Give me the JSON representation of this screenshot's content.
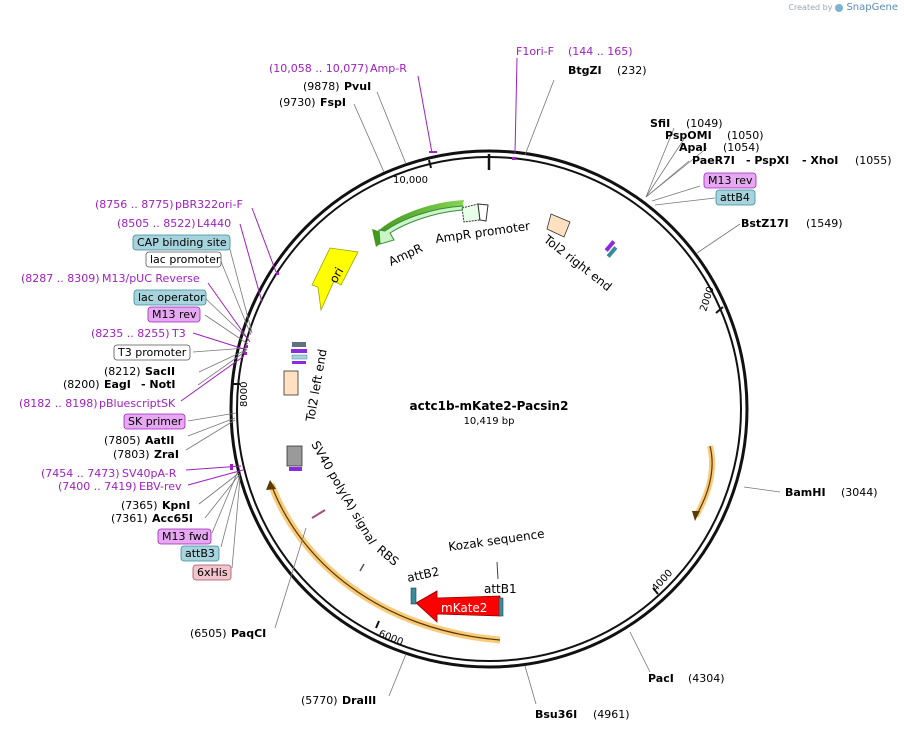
{
  "brand": {
    "prefix": "Created by",
    "name": "SnapGene"
  },
  "plasmid": {
    "name": "actc1b-mKate2-Pacsin2",
    "length": "10,419 bp"
  },
  "ticks": [
    "10,000",
    "2000",
    "4000",
    "6000",
    "8000"
  ],
  "sites": [
    {
      "pos": "(232)",
      "name": "BtgZI"
    },
    {
      "pos": "(1049)",
      "name": "SfiI"
    },
    {
      "pos": "(1050)",
      "name": "PspOMI"
    },
    {
      "pos": "(1054)",
      "name": "ApaI"
    },
    {
      "pos": "(1055)",
      "name": "PaeR7I",
      "extra1": "- PspXI",
      "extra2": "- XhoI"
    },
    {
      "pos": "(1549)",
      "name": "BstZ17I"
    },
    {
      "pos": "(3044)",
      "name": "BamHI"
    },
    {
      "pos": "(4304)",
      "name": "PacI"
    },
    {
      "pos": "(4961)",
      "name": "Bsu36I"
    },
    {
      "pos": "(5770)",
      "name": "DraIII"
    },
    {
      "pos": "(6505)",
      "name": "PaqCI"
    },
    {
      "pos": "(7361)",
      "name": "Acc65I"
    },
    {
      "pos": "(7365)",
      "name": "KpnI"
    },
    {
      "pos": "(7803)",
      "name": "ZraI"
    },
    {
      "pos": "(7805)",
      "name": "AatII"
    },
    {
      "pos": "(8200)",
      "name": "EagI",
      "extra1": "- NotI"
    },
    {
      "pos": "(8212)",
      "name": "SacII"
    },
    {
      "pos": "(9730)",
      "name": "FspI"
    },
    {
      "pos": "(9878)",
      "name": "PvuI"
    }
  ],
  "primers": [
    {
      "name": "F1ori-F",
      "range": "(144 .. 165)"
    },
    {
      "range": "(10,058 .. 10,077)",
      "name": "Amp-R"
    },
    {
      "range": "(8756 .. 8775)",
      "name": "pBR322ori-F"
    },
    {
      "range": "(8505 .. 8522)",
      "name": "L4440"
    },
    {
      "range": "(8287 .. 8309)",
      "name": "M13/pUC Reverse"
    },
    {
      "range": "(8235 .. 8255)",
      "name": "T3"
    },
    {
      "range": "(8182 .. 8198)",
      "name": "pBluescriptSK"
    },
    {
      "range": "(7454 .. 7473)",
      "name": "SV40pA-R"
    },
    {
      "range": "(7400 .. 7419)",
      "name": "EBV-rev"
    }
  ],
  "boxes": [
    {
      "name": "M13 rev",
      "kind": "purple"
    },
    {
      "name": "attB4",
      "kind": "teal"
    },
    {
      "name": "CAP binding site",
      "kind": "teal"
    },
    {
      "name": "lac promoter",
      "kind": "white"
    },
    {
      "name": "lac operator",
      "kind": "teal"
    },
    {
      "name": "M13 rev",
      "kind": "purple"
    },
    {
      "name": "T3 promoter",
      "kind": "white"
    },
    {
      "name": "SK primer",
      "kind": "purple"
    },
    {
      "name": "M13 fwd",
      "kind": "purple"
    },
    {
      "name": "attB3",
      "kind": "teal"
    },
    {
      "name": "6xHis",
      "kind": "pink"
    }
  ],
  "features": {
    "ampr": "AmpR",
    "ampr_promoter": "AmpR promoter",
    "ori": "ori",
    "tol2_right": "Tol2 right end",
    "tol2_left": "Tol2 left end",
    "sv40": "SV40 poly(A) signal",
    "rbs": "RBS",
    "kozak": "Kozak sequence",
    "attb1": "attB1",
    "attb2": "attB2",
    "mkate2": "mKate2"
  },
  "colors": {
    "purple_fill": "#e6a8f0",
    "purple_stroke": "#a020c0",
    "teal_fill": "#a6d3dc",
    "teal_stroke": "#3a8a9a",
    "pink_fill": "#f2c4cc",
    "ampr": "#c9f5c9",
    "ori": "#ffff00",
    "mkate2": "#ff0000",
    "tol2": "#ffe0c0",
    "orf": "#f5b342"
  }
}
